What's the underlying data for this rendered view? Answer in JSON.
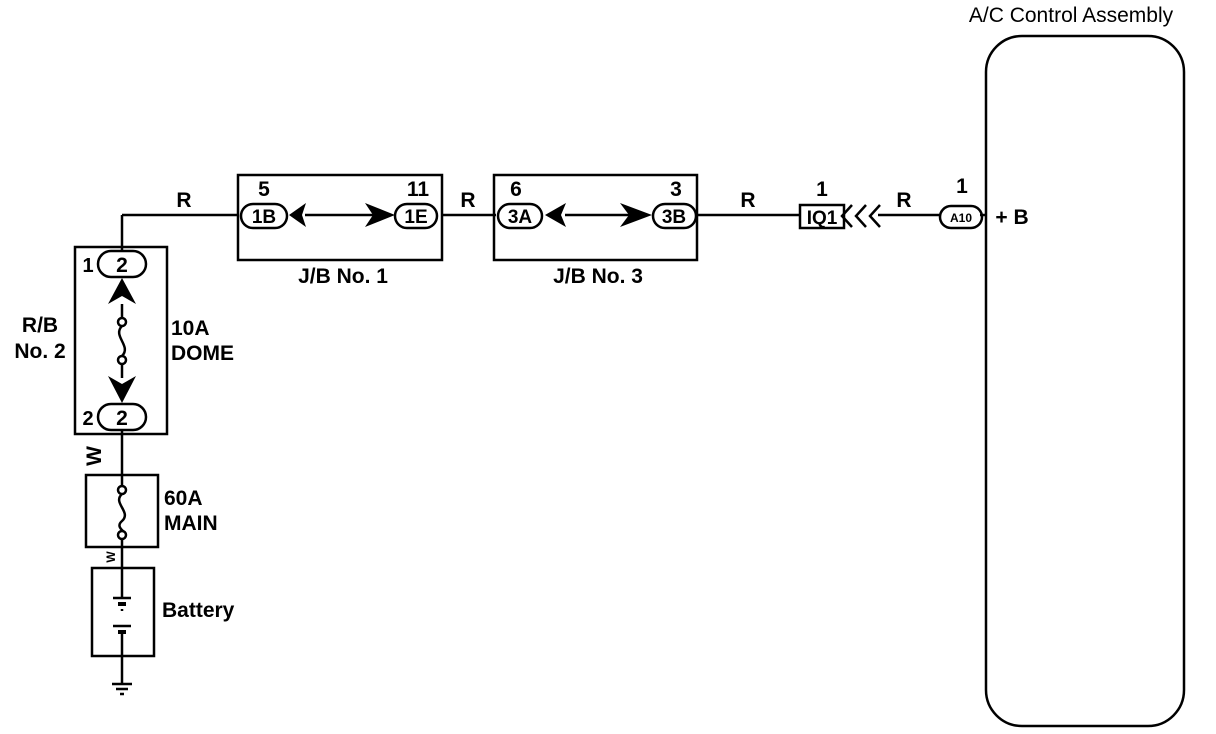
{
  "assembly": {
    "title": "A/C Control Assembly",
    "pin": "1",
    "connector": "A10",
    "terminal": "+ B"
  },
  "wires": {
    "rb": "R",
    "j1": "R",
    "j3": "R",
    "iq": "R",
    "w_upper": "W",
    "w_lower": "W"
  },
  "jb1": {
    "title": "J/B No. 1",
    "left_pin": "5",
    "left_conn": "1B",
    "right_pin": "11",
    "right_conn": "1E"
  },
  "jb3": {
    "title": "J/B No. 3",
    "left_pin": "6",
    "left_conn": "3A",
    "right_pin": "3",
    "right_conn": "3B"
  },
  "iq_connector": {
    "pin": "1",
    "label": "IQ1"
  },
  "rb2": {
    "title_line1": "R/B",
    "title_line2": "No. 2",
    "top_pin": "1",
    "top_conn": "2",
    "bottom_pin": "2",
    "bottom_conn": "2",
    "fuse_line1": "10A",
    "fuse_line2": "DOME"
  },
  "main_fuse": {
    "line1": "60A",
    "line2": "MAIN"
  },
  "battery": {
    "label": "Battery"
  }
}
